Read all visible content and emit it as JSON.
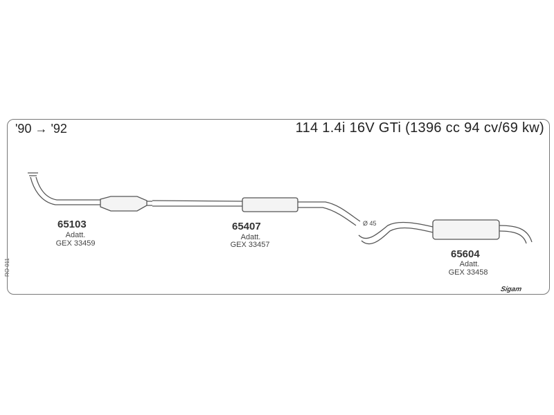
{
  "header": {
    "years": "'90 → '92",
    "model": "114 1.4i 16V GTi (1396 cc 94 cv/69 kw)"
  },
  "parts": [
    {
      "number": "65103",
      "label": "Adatt.",
      "ref": "GEX 33459"
    },
    {
      "number": "65407",
      "label": "Adatt.",
      "ref": "GEX 33457"
    },
    {
      "number": "65604",
      "label": "Adatt.",
      "ref": "GEX 33458"
    }
  ],
  "annotations": {
    "diameter": "Ø 45",
    "side_code": "RO 011",
    "logo": "Sigam"
  }
}
